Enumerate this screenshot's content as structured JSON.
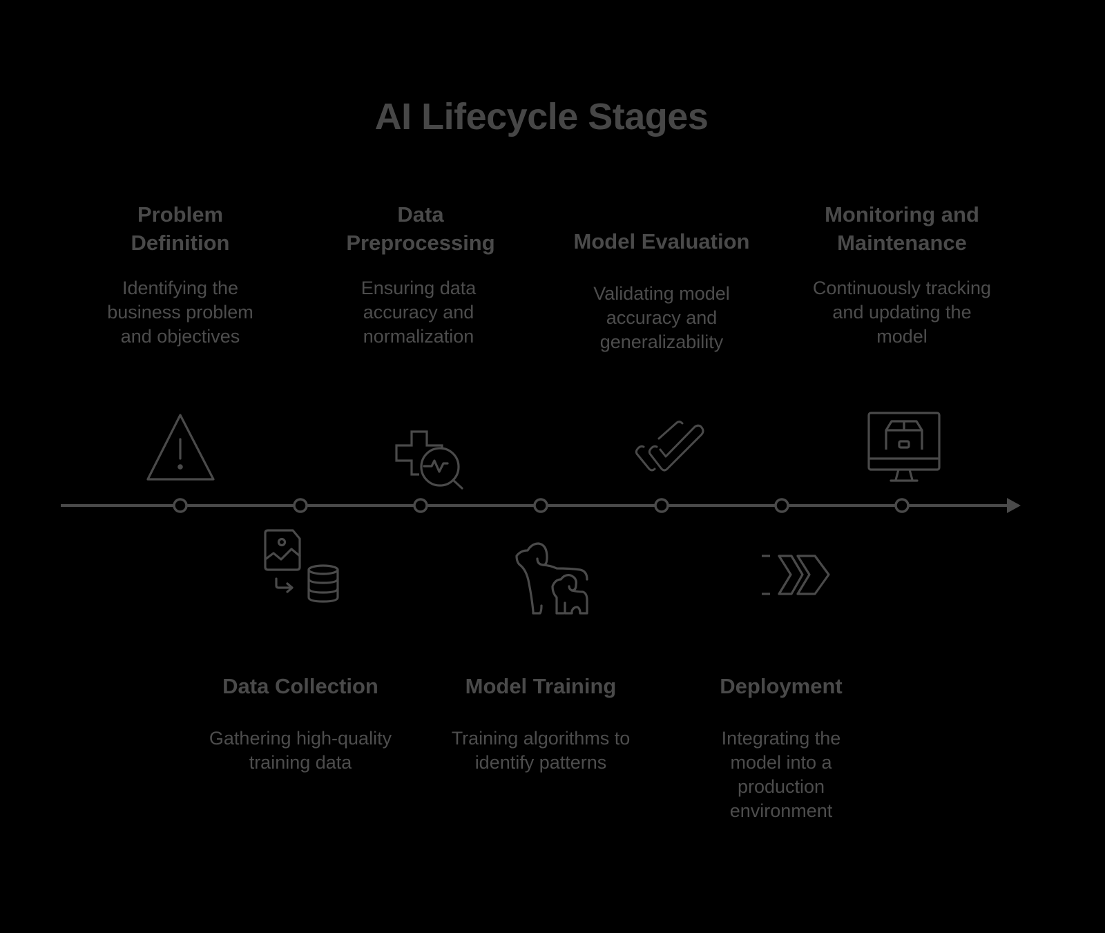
{
  "title": "AI Lifecycle Stages",
  "colors": {
    "background": "#000000",
    "ink": "#4a4a4a"
  },
  "timeline": {
    "direction": "left-to-right",
    "arrow": "arrowhead-right"
  },
  "stages": [
    {
      "order": 1,
      "position": "above",
      "title": "Problem Definition",
      "title_lines": [
        "Problem",
        "Definition"
      ],
      "description": "Identifying the business problem and objectives",
      "icon": "warning-triangle-icon"
    },
    {
      "order": 2,
      "position": "below",
      "title": "Data Collection",
      "title_lines": [
        "Data Collection"
      ],
      "description": "Gathering high-quality training data",
      "icon": "image-to-database-icon"
    },
    {
      "order": 3,
      "position": "above",
      "title": "Data Preprocessing",
      "title_lines": [
        "Data",
        "Preprocessing"
      ],
      "description": "Ensuring data accuracy and normalization",
      "icon": "health-cross-magnifier-icon"
    },
    {
      "order": 4,
      "position": "below",
      "title": "Model Training",
      "title_lines": [
        "Model Training"
      ],
      "description": "Training algorithms to identify patterns",
      "icon": "dog-and-puppy-icon"
    },
    {
      "order": 5,
      "position": "above",
      "title": "Model Evaluation",
      "title_lines": [
        "Model Evaluation"
      ],
      "description": "Validating model accuracy and generalizability",
      "icon": "double-check-icon"
    },
    {
      "order": 6,
      "position": "below",
      "title": "Deployment",
      "title_lines": [
        "Deployment"
      ],
      "description": "Integrating the model into a production environment",
      "icon": "fast-forward-chevrons-icon"
    },
    {
      "order": 7,
      "position": "above",
      "title": "Monitoring and Maintenance",
      "title_lines": [
        "Monitoring and",
        "Maintenance"
      ],
      "description": "Continuously tracking and updating the model",
      "icon": "monitor-package-icon"
    }
  ]
}
